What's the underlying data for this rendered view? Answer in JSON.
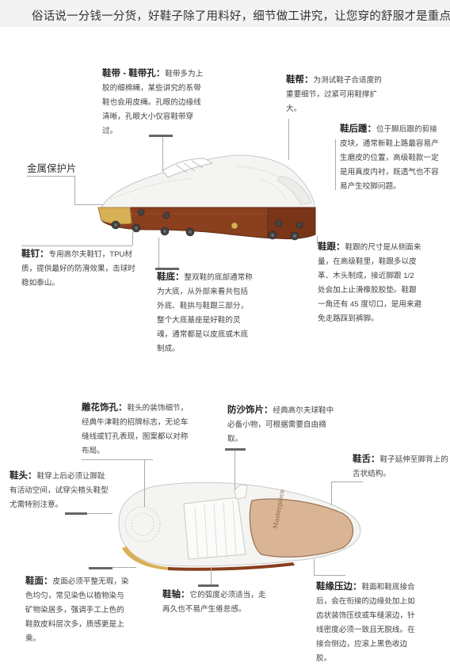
{
  "banner": {
    "text": "俗话说一分钱一分货，好鞋子除了用料好，细节做工讲究，让您穿的舒服才是重点！"
  },
  "top_section": {
    "laces": {
      "title": "鞋带 - 鞋带孔：",
      "body": "鞋带多为上胶的细棉绳，某些讲究的系带鞋也会用皮绳。孔眼的边缘线清晰，孔眼大小仅容鞋带穿过。"
    },
    "upper": {
      "title": "鞋帮：",
      "body": "为测试鞋子合适度的重要细节，过紧可用鞋撑扩大。"
    },
    "heel_counter": {
      "title": "鞋后踵：",
      "body": "位于脚后跟的剪接皮块，通常新鞋上路最容易产生磨皮的位置，高级鞋款一定是用真皮内衬，既透气也不容易产生咬脚问题。"
    },
    "metal_guard": {
      "title": "金属保护片"
    },
    "spikes": {
      "title": "鞋钉：",
      "body": "专用高尔夫鞋钉，TPU材质，提供最好的防滑效果，击球时稳如泰山。"
    },
    "sole": {
      "title": "鞋底：",
      "body": "整双鞋的底部通常称为大底，从外部来看共包括外底、鞋拱与鞋跟三部分，整个大底基座是好鞋的灵魂，通常都是以皮底或木底制成。"
    },
    "heel": {
      "title": "鞋跟：",
      "body": "鞋跟的尺寸是从侧面来量，在高级鞋里，鞋跟多以皮革、木头制成，接近脚跟 1/2 处会加上止滑橡胶胶垫。鞋跟一角还有 45 度切口，是用来避免走路踩到裤脚。"
    }
  },
  "bottom_section": {
    "brogue": {
      "title": "雕花饰孔：",
      "body": "鞋头的装饰细节，经典牛津鞋的招牌标志，无论车缝线或钉孔表现，图案都以对称布局。"
    },
    "kiltie": {
      "title": "防沙饰片：",
      "body": "经典高尔夫球鞋中必备小物，可根据需要自由摘取。"
    },
    "toe": {
      "title": "鞋头：",
      "body": "鞋穿上后必须让脚趾有活动空间，试穿尖楦头鞋型尤需特别注意。"
    },
    "tongue": {
      "title": "鞋舌：",
      "body": "鞋子延伸至脚背上的舌状结构。"
    },
    "vamp": {
      "title": "鞋面：",
      "body": "皮面必须平整无瑕，染色均匀，常见染色以植物染与矿物染居多，强调手工上色的鞋款皮料层次多，质感更是上乘。"
    },
    "shank": {
      "title": "鞋轴：",
      "body": "它的弧度必须适当，走再久也不易产生倦怠感。"
    },
    "welt": {
      "title": "鞋缘压边：",
      "body": "鞋面和鞋底接合后，会在衔接的边缘处加上如齿状装饰压纹或车缝滚边，针线密度必须一致且无脱线。在接合侧边，应滚上黑色收边胶。"
    },
    "insole_print": "Masterpiece"
  },
  "colors": {
    "sole_brown": "#8a3f1e",
    "leather_white": "#f4f4f2",
    "metal_gold": "#d8b055",
    "insole_tan": "#d9b596"
  }
}
